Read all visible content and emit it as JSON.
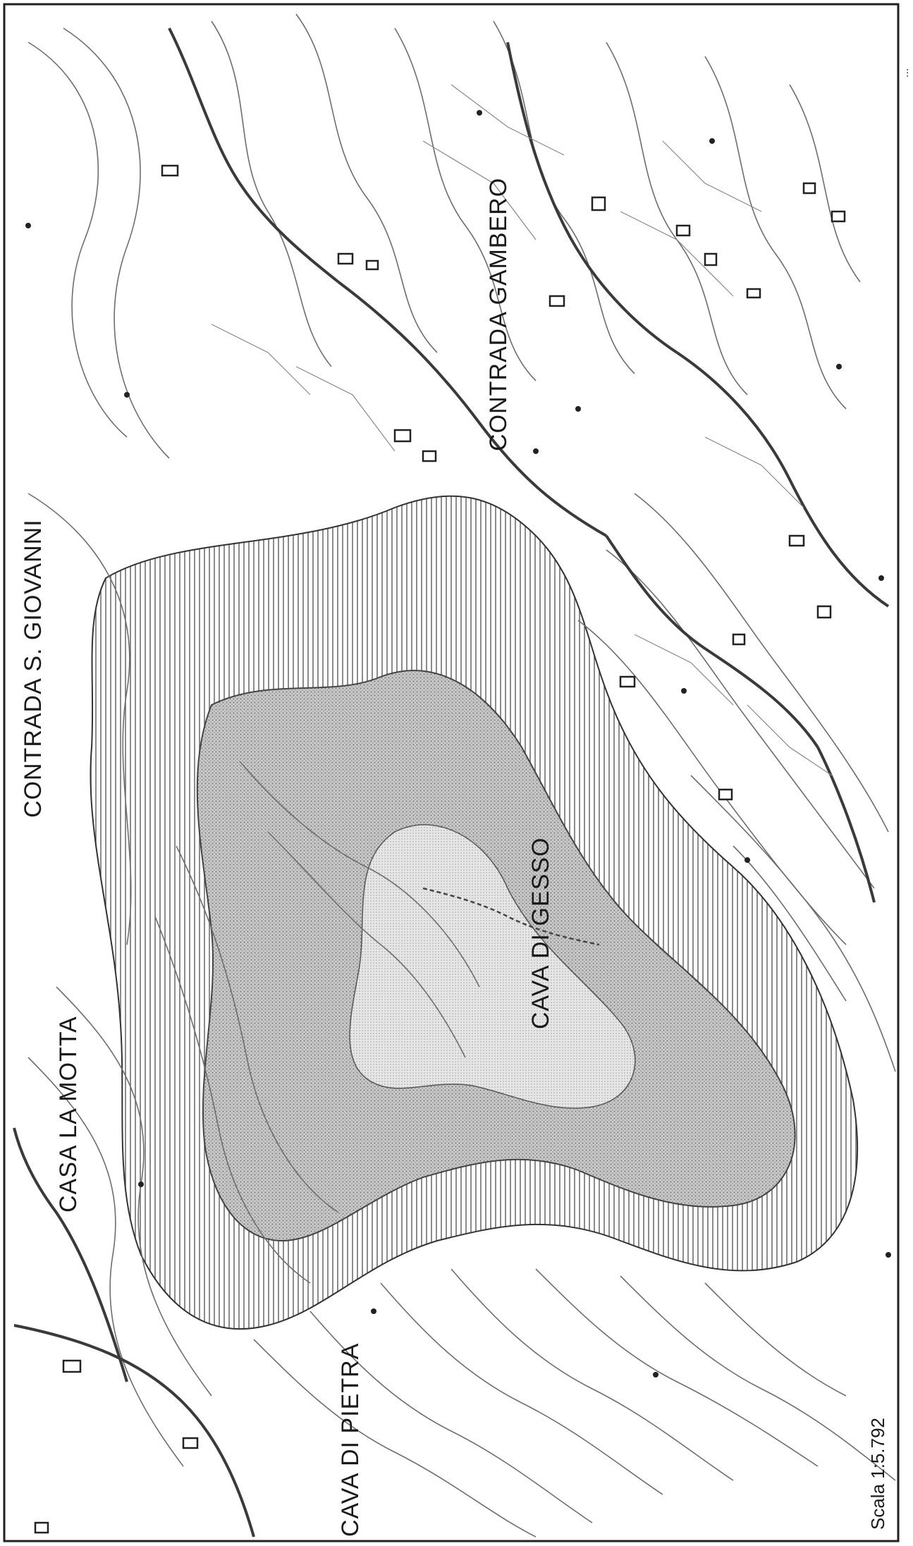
{
  "map": {
    "labels": {
      "contrada_s_giovanni": "CONTRADA S. GIOVANNI",
      "contrada_gambero": "CONTRADA GAMBERO",
      "casa_la_motta": "CASA LA MOTTA",
      "cava_di_gesso": "CAVA DI GESSO",
      "cava_di_pietra": "CAVA DI PIETRA"
    },
    "scale": "Scala 1:5.792",
    "edge_mark": "...",
    "colors": {
      "paper": "#ffffff",
      "ink": "#1a1a1a",
      "contour": "#6e6e6e",
      "road": "#3a3a3a",
      "quarry_hatch": "#5a5a5a",
      "quarry_fill": "#b8b8b8"
    }
  }
}
